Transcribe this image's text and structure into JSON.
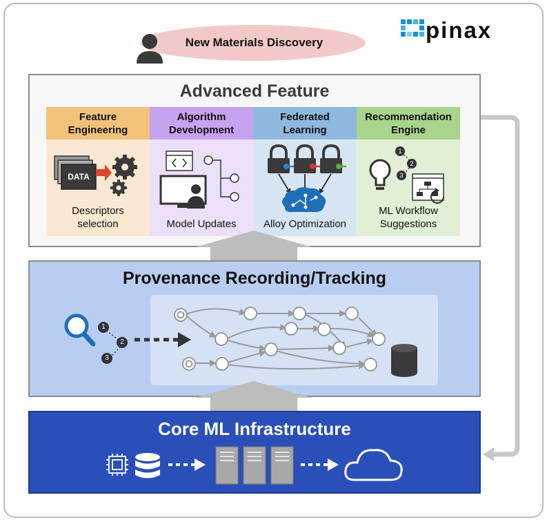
{
  "logo": {
    "text": "pinax"
  },
  "goal": {
    "label": "New Materials Discovery"
  },
  "advanced": {
    "title": "Advanced Feature",
    "columns": [
      {
        "header_line1": "Feature",
        "header_line2": "Engineering",
        "caption_line1": "Descriptors",
        "caption_line2": "selection",
        "icon": "data-gears-icon",
        "header_color": "#f2c27a",
        "body_color": "#fbe8d2"
      },
      {
        "header_line1": "Algorithm",
        "header_line2": "Development",
        "caption_line1": "Model Updates",
        "caption_line2": "",
        "icon": "computer-user-icon",
        "header_color": "#c7a2ee",
        "body_color": "#ecdffa"
      },
      {
        "header_line1": "Federated",
        "header_line2": "Learning",
        "caption_line1": "Alloy Optimization",
        "caption_line2": "",
        "icon": "locks-brain-icon",
        "header_color": "#8fb8df",
        "body_color": "#d7e5f3"
      },
      {
        "header_line1": "Recommendation",
        "header_line2": "Engine",
        "caption_line1": "ML Workflow",
        "caption_line2": "Suggestions",
        "icon": "lightbulb-workflow-icon",
        "header_color": "#a9d48c",
        "body_color": "#e1efd6"
      }
    ],
    "data_icon_label": "DATA"
  },
  "provenance": {
    "title": "Provenance Recording/Tracking",
    "steps": [
      "1",
      "2",
      "3"
    ]
  },
  "core": {
    "title": "Core ML Infrastructure"
  },
  "colors": {
    "core_blue": "#2a4fb8",
    "provenance_blue": "#b8cdf0",
    "arrow_gray": "#bdbdbd",
    "icon_blue": "#1f6fb8"
  }
}
